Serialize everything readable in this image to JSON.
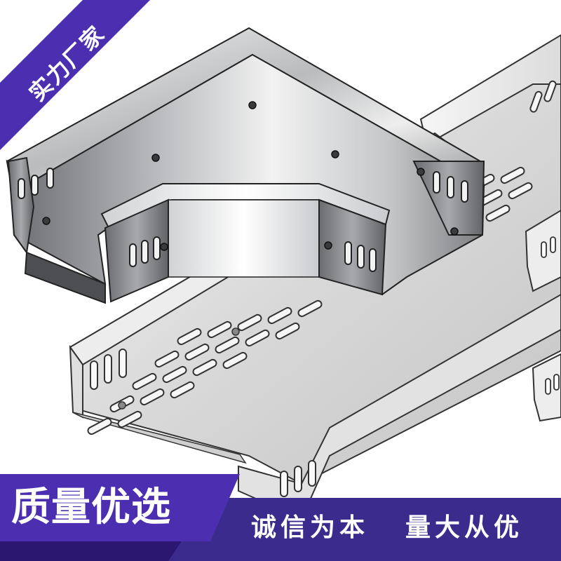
{
  "badge": {
    "text": "实力厂家"
  },
  "banner": {
    "headline": "质量优选",
    "slogan_left": "诚信为本",
    "slogan_right": "量大从优"
  },
  "colors": {
    "brand_purple": "#4b2fb0",
    "banner_dark": "#2b1670",
    "banner_mid": "#3a2b8c",
    "metal_light": "#e2e4e6",
    "metal_dark": "#5a5c60"
  },
  "image": {
    "subject": "bridge-tray"
  }
}
